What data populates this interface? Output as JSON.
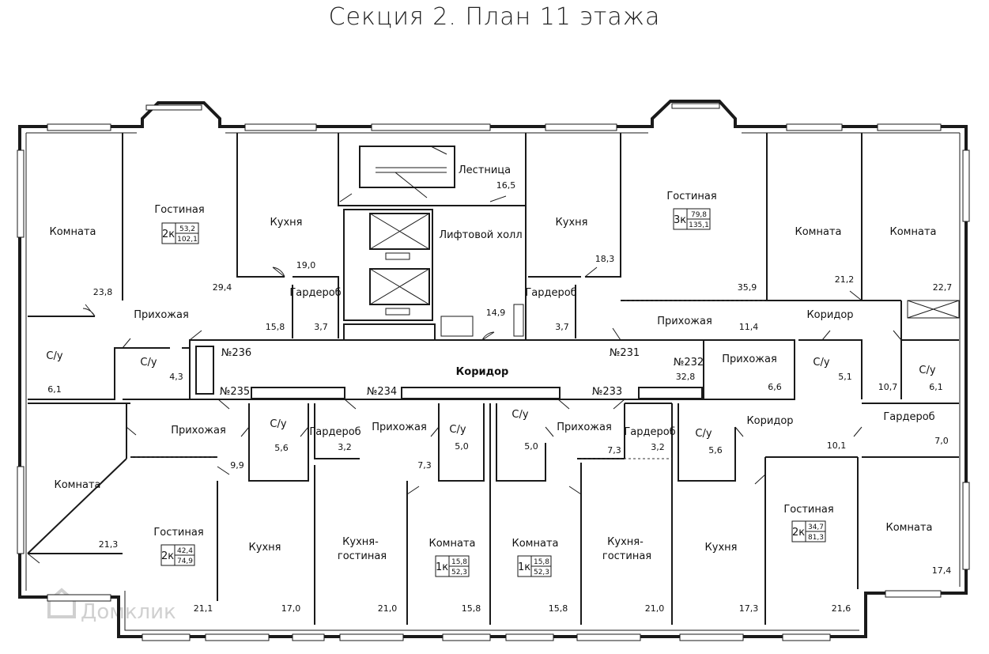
{
  "title": "Секция 2. План 11 этажа",
  "watermark": "Домклик",
  "rooms": [
    {
      "name": "Комната",
      "area": "23,8"
    },
    {
      "name": "Гостиная",
      "area": "29,4"
    },
    {
      "name": "Кухня",
      "area": "19,0"
    },
    {
      "name": "Лестница",
      "area": "16,5"
    },
    {
      "name": "Лифтовой холл",
      "area": "14,9"
    },
    {
      "name": "Кухня",
      "area": "18,3"
    },
    {
      "name": "Гостиная",
      "area": "35,9"
    },
    {
      "name": "Комната",
      "area": "21,2"
    },
    {
      "name": "Комната",
      "area": "22,7"
    },
    {
      "name": "Прихожая",
      "area": "15,8"
    },
    {
      "name": "Гардероб",
      "area": "3,7"
    },
    {
      "name": "Гардероб",
      "area": "3,7"
    },
    {
      "name": "Прихожая",
      "area": "11,4"
    },
    {
      "name": "Коридор",
      "area": "10,7"
    },
    {
      "name": "С/у",
      "area": "6,1"
    },
    {
      "name": "С/у",
      "area": "4,3"
    },
    {
      "name": "С/у",
      "area": "5,1"
    },
    {
      "name": "С/у",
      "area": "6,1"
    },
    {
      "name": "Прихожая",
      "area": "6,6"
    },
    {
      "name": "Коридор",
      "area": ""
    },
    {
      "name": "Прихожая",
      "area": "9,9"
    },
    {
      "name": "С/у",
      "area": "5,6"
    },
    {
      "name": "Гардероб",
      "area": "3,2"
    },
    {
      "name": "Прихожая",
      "area": "7,3"
    },
    {
      "name": "С/у",
      "area": "5,0"
    },
    {
      "name": "С/у",
      "area": "5,0"
    },
    {
      "name": "Прихожая",
      "area": "7,3"
    },
    {
      "name": "Гардероб",
      "area": "3,2"
    },
    {
      "name": "С/у",
      "area": "5,6"
    },
    {
      "name": "Коридор",
      "area": "10,1"
    },
    {
      "name": "Гардероб",
      "area": "7,0"
    },
    {
      "name": "Комната",
      "area": "21,3"
    },
    {
      "name": "Гостиная",
      "area": "21,1"
    },
    {
      "name": "Кухня",
      "area": "17,0"
    },
    {
      "name": "Кухня-гостиная",
      "area": "21,0"
    },
    {
      "name": "Комната",
      "area": "15,8"
    },
    {
      "name": "Комната",
      "area": "15,8"
    },
    {
      "name": "Кухня-гостиная",
      "area": "21,0"
    },
    {
      "name": "Кухня",
      "area": "17,3"
    },
    {
      "name": "Гостиная",
      "area": "21,6"
    },
    {
      "name": "Комната",
      "area": "17,4"
    }
  ],
  "kitchen_living_lines": [
    "Кухня-",
    "гостиная"
  ],
  "apartments": [
    {
      "number": "№236",
      "rooms": "2к",
      "living": "53,2",
      "total": "102,1"
    },
    {
      "number": "№231",
      "rooms": "3к",
      "living": "79,8",
      "total": "135,1"
    },
    {
      "number": "№235",
      "rooms": "2к",
      "living": "42,4",
      "total": "74,9"
    },
    {
      "number": "№234",
      "rooms": "1к",
      "living": "15,8",
      "total": "52,3"
    },
    {
      "number": "№233",
      "rooms": "1к",
      "living": "15,8",
      "total": "52,3"
    },
    {
      "number": "№232",
      "rooms": "2к",
      "living": "34,7",
      "total": "81,3"
    }
  ],
  "corridor": {
    "name": "Коридор",
    "apartment_232_area": "32,8"
  }
}
